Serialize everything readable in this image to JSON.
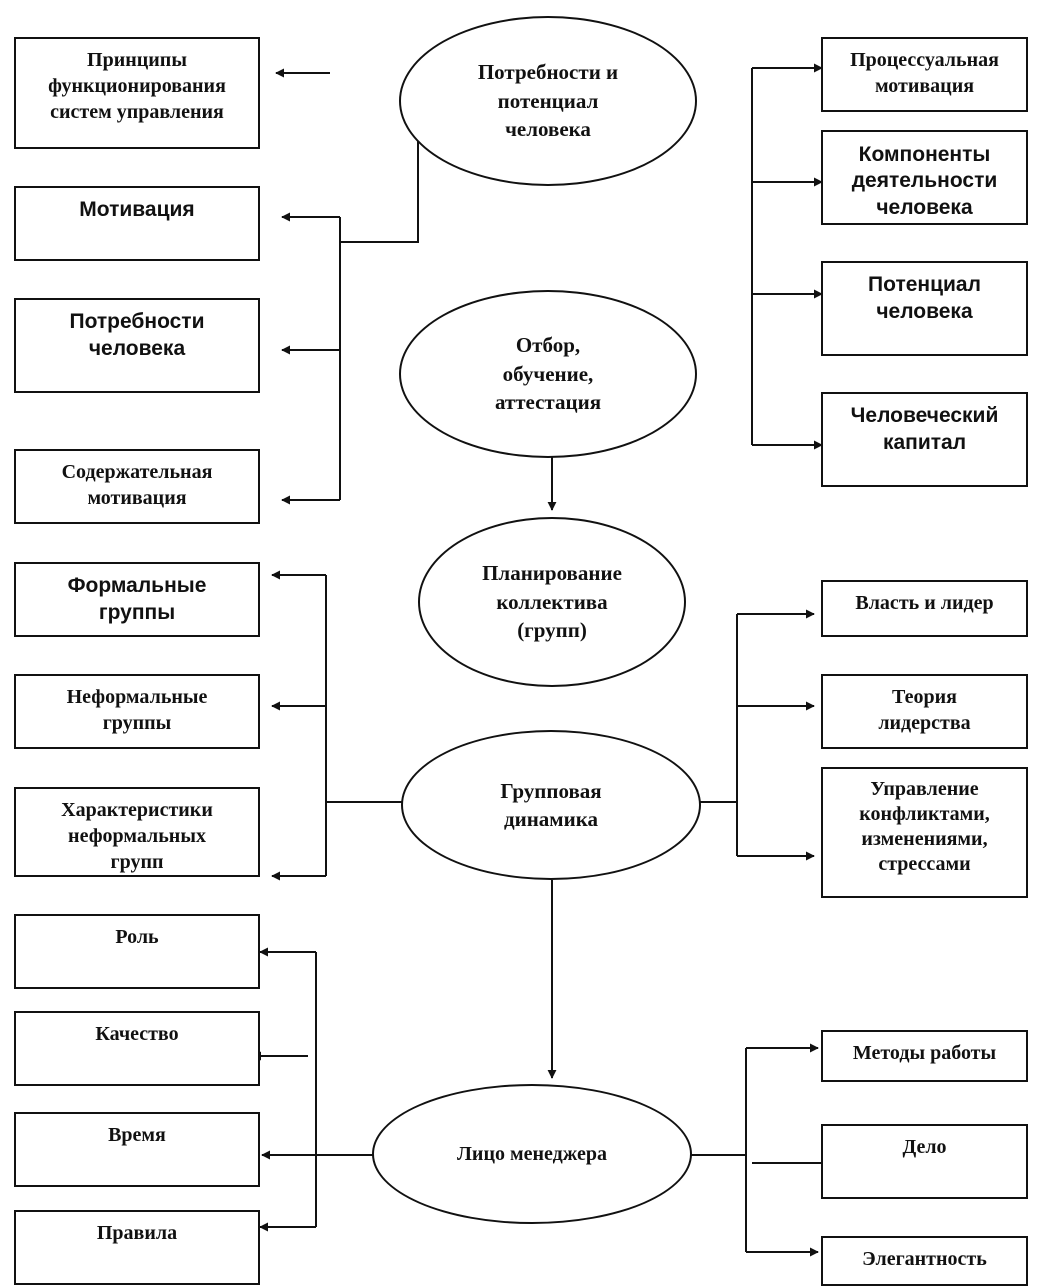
{
  "center": {
    "needs_potential": [
      "Потребности и",
      "потенциал",
      "человека"
    ],
    "selection": [
      "Отбор,",
      "обучение,",
      "аттестация"
    ],
    "planning": [
      "Планирование",
      "коллектива",
      "(групп)"
    ],
    "group_dynamics": [
      "Групповая",
      "динамика"
    ],
    "manager": [
      "Лицо менеджера"
    ]
  },
  "left": {
    "principles": [
      "Принципы",
      "функционирования",
      "систем управления"
    ],
    "motivation": [
      "Мотивация"
    ],
    "human_needs": [
      "Потребности",
      "человека"
    ],
    "content_motivation": [
      "Содержательная",
      "мотивация"
    ],
    "formal_groups": [
      "Формальные",
      "группы"
    ],
    "informal_groups": [
      "Неформальные",
      "группы"
    ],
    "informal_traits": [
      "Характеристики",
      "неформальных",
      "групп"
    ],
    "role": [
      "Роль"
    ],
    "quality": [
      "Качество"
    ],
    "time": [
      "Время"
    ],
    "rules": [
      "Правила"
    ]
  },
  "right": {
    "process_motivation": [
      "Процессуальная",
      "мотивация"
    ],
    "activity_components": [
      "Компоненты",
      "деятельности",
      "человека"
    ],
    "human_potential": [
      "Потенциал",
      "человека"
    ],
    "human_capital": [
      "Человеческий",
      "капитал"
    ],
    "power_leader": [
      "Власть и лидер"
    ],
    "leadership_theory": [
      "Теория",
      "лидерства"
    ],
    "conflict_mgmt": [
      "Управление",
      "конфликтами,",
      "изменениями,",
      "стрессами"
    ],
    "work_methods": [
      "Методы работы"
    ],
    "business": [
      "Дело"
    ],
    "elegance": [
      "Элегантность"
    ]
  }
}
